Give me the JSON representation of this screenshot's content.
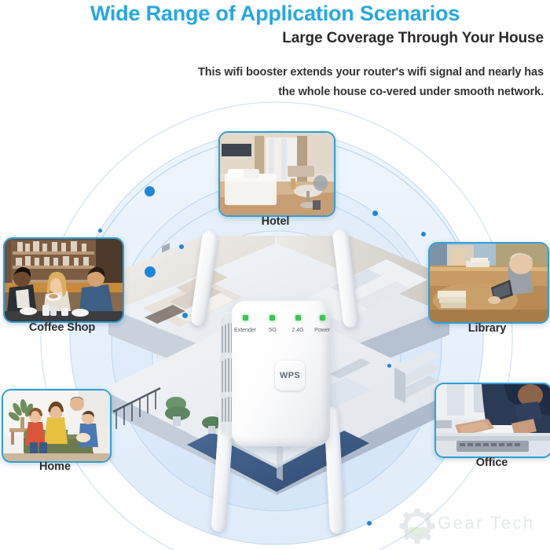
{
  "header": {
    "headline": "Wide Range of Application Scenarios",
    "subhead": "Large Coverage Through Your House",
    "body": "This wifi booster extends your router's wifi signal and nearly has the whole house co-vered under smooth network."
  },
  "device": {
    "wps_label": "WPS",
    "leds": [
      {
        "label": "Extender",
        "color": "#3fc254"
      },
      {
        "label": "5G",
        "color": "#3fc254"
      },
      {
        "label": "2.4G",
        "color": "#3fc254"
      },
      {
        "label": "Power",
        "color": "#3fc254"
      }
    ],
    "antenna_count": 4
  },
  "scenarios": [
    {
      "id": "hotel",
      "label": "Hotel",
      "scene": "hotel-room-photo"
    },
    {
      "id": "library",
      "label": "Library",
      "scene": "library-reading-photo"
    },
    {
      "id": "office",
      "label": "Office",
      "scene": "office-desk-photo"
    },
    {
      "id": "home",
      "label": "Home",
      "scene": "family-sofa-photo"
    },
    {
      "id": "coffee-shop",
      "label": "Coffee Shop",
      "scene": "coffee-shop-friends-photo"
    }
  ],
  "watermark": {
    "text": "Gear Tech",
    "icon": "gear-icon"
  },
  "colors": {
    "headline": "#25a8e0",
    "subhead": "#2b2b2b",
    "body": "#333333",
    "thumb_border": "#2c9fd8",
    "signal_dot": "#1f86d8",
    "led_on": "#3fc254",
    "ring_fill": "#dbeaf8"
  }
}
